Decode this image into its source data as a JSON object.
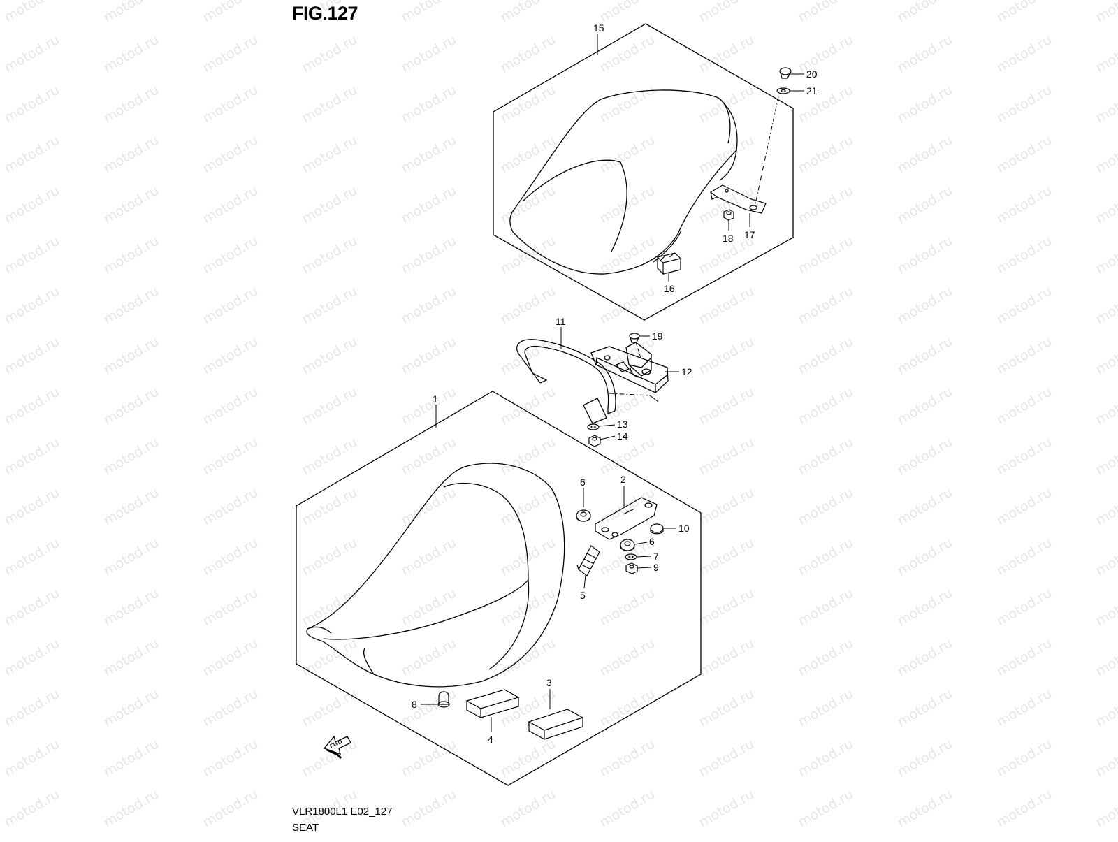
{
  "figure": {
    "title": "FIG.127",
    "model_code": "VLR1800L1 E02_127",
    "section_name": "SEAT"
  },
  "watermark": {
    "text": "motod.ru",
    "color": "#e6e6e6"
  },
  "colors": {
    "line": "#000000",
    "background": "#ffffff"
  },
  "direction_marker": {
    "label": "FWD"
  },
  "callouts": [
    {
      "id": "1"
    },
    {
      "id": "2"
    },
    {
      "id": "3"
    },
    {
      "id": "4"
    },
    {
      "id": "5"
    },
    {
      "id": "6"
    },
    {
      "id": "6b",
      "label": "6"
    },
    {
      "id": "7"
    },
    {
      "id": "8"
    },
    {
      "id": "9"
    },
    {
      "id": "10"
    },
    {
      "id": "11"
    },
    {
      "id": "12"
    },
    {
      "id": "13"
    },
    {
      "id": "14"
    },
    {
      "id": "15"
    },
    {
      "id": "16"
    },
    {
      "id": "17"
    },
    {
      "id": "18"
    },
    {
      "id": "19"
    },
    {
      "id": "20"
    },
    {
      "id": "21"
    }
  ]
}
